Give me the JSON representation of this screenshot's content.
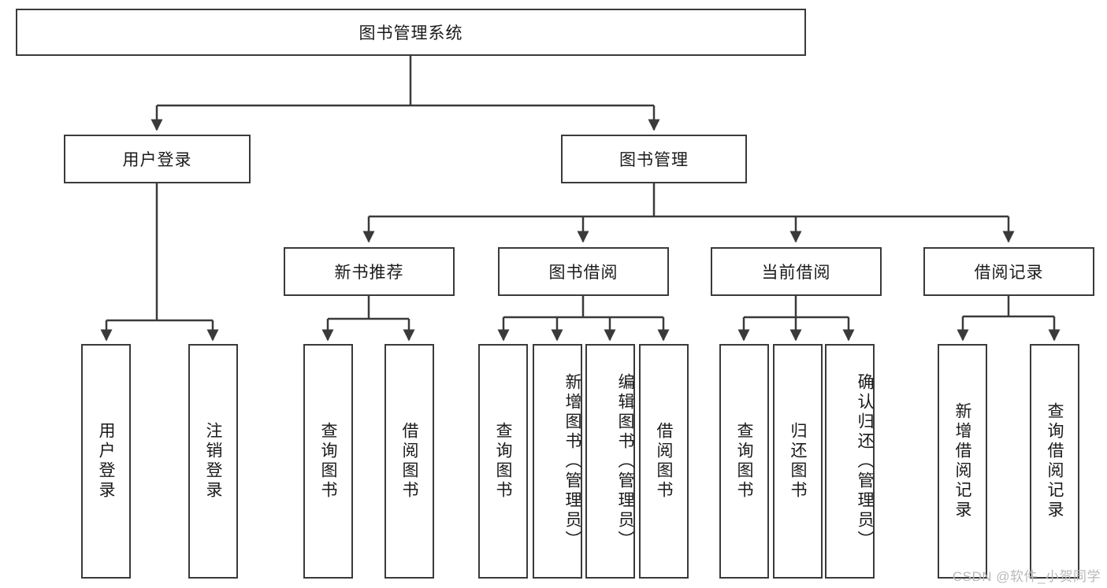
{
  "diagram": {
    "title": "图书管理系统",
    "watermark": "CSDN @软件_小贺同学",
    "stroke_color": "#3a3a3a",
    "fill_color": "#ffffff",
    "text_color": "#1a1a1a",
    "watermark_color": "#b9b9b9"
  },
  "nodes": {
    "root": {
      "label": "图书管理系统"
    },
    "level2": [
      {
        "label": "用户登录"
      },
      {
        "label": "图书管理"
      }
    ],
    "level3": [
      {
        "label": "新书推荐"
      },
      {
        "label": "图书借阅"
      },
      {
        "label": "当前借阅"
      },
      {
        "label": "借阅记录"
      }
    ],
    "leaves": {
      "user_login": [
        {
          "label": "用户登录"
        },
        {
          "label": "注销登录"
        }
      ],
      "new_book": [
        {
          "label": "查询图书"
        },
        {
          "label": "借阅图书"
        }
      ],
      "book_borrow": [
        {
          "label": "查询图书"
        },
        {
          "label": "新增图书（管理员）"
        },
        {
          "label": "编辑图书（管理员）"
        },
        {
          "label": "借阅图书"
        }
      ],
      "current_borrow": [
        {
          "label": "查询图书"
        },
        {
          "label": "归还图书"
        },
        {
          "label": "确认归还（管理员）"
        }
      ],
      "borrow_record": [
        {
          "label": "新增借阅记录"
        },
        {
          "label": "查询借阅记录"
        }
      ]
    }
  }
}
